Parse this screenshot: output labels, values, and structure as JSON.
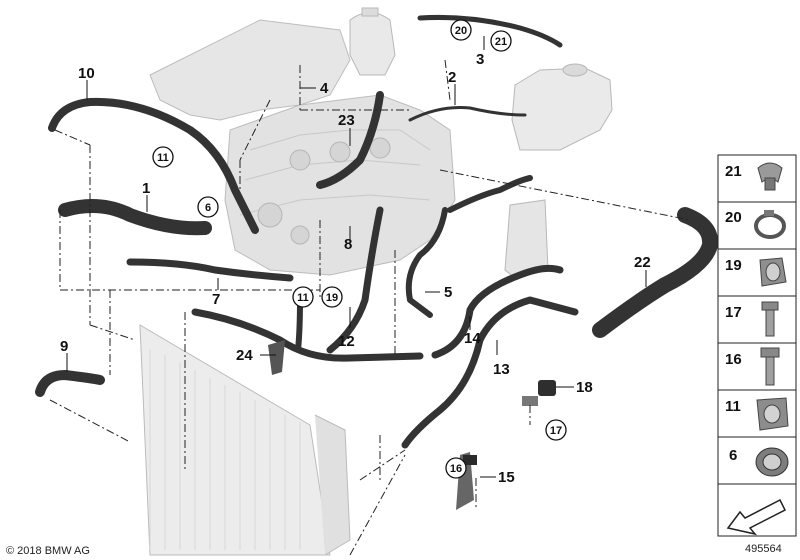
{
  "copyright": "© 2018 BMW AG",
  "diagram_id": "495564",
  "part_labels": [
    "1",
    "2",
    "3",
    "4",
    "5",
    "7",
    "8",
    "9",
    "10",
    "12",
    "13",
    "14",
    "15",
    "18",
    "22",
    "23",
    "24"
  ],
  "circled_labels": [
    "20",
    "21",
    "11",
    "6",
    "11",
    "19",
    "17",
    "16"
  ],
  "legend": [
    "21",
    "20",
    "19",
    "17",
    "16",
    "11",
    "6"
  ]
}
